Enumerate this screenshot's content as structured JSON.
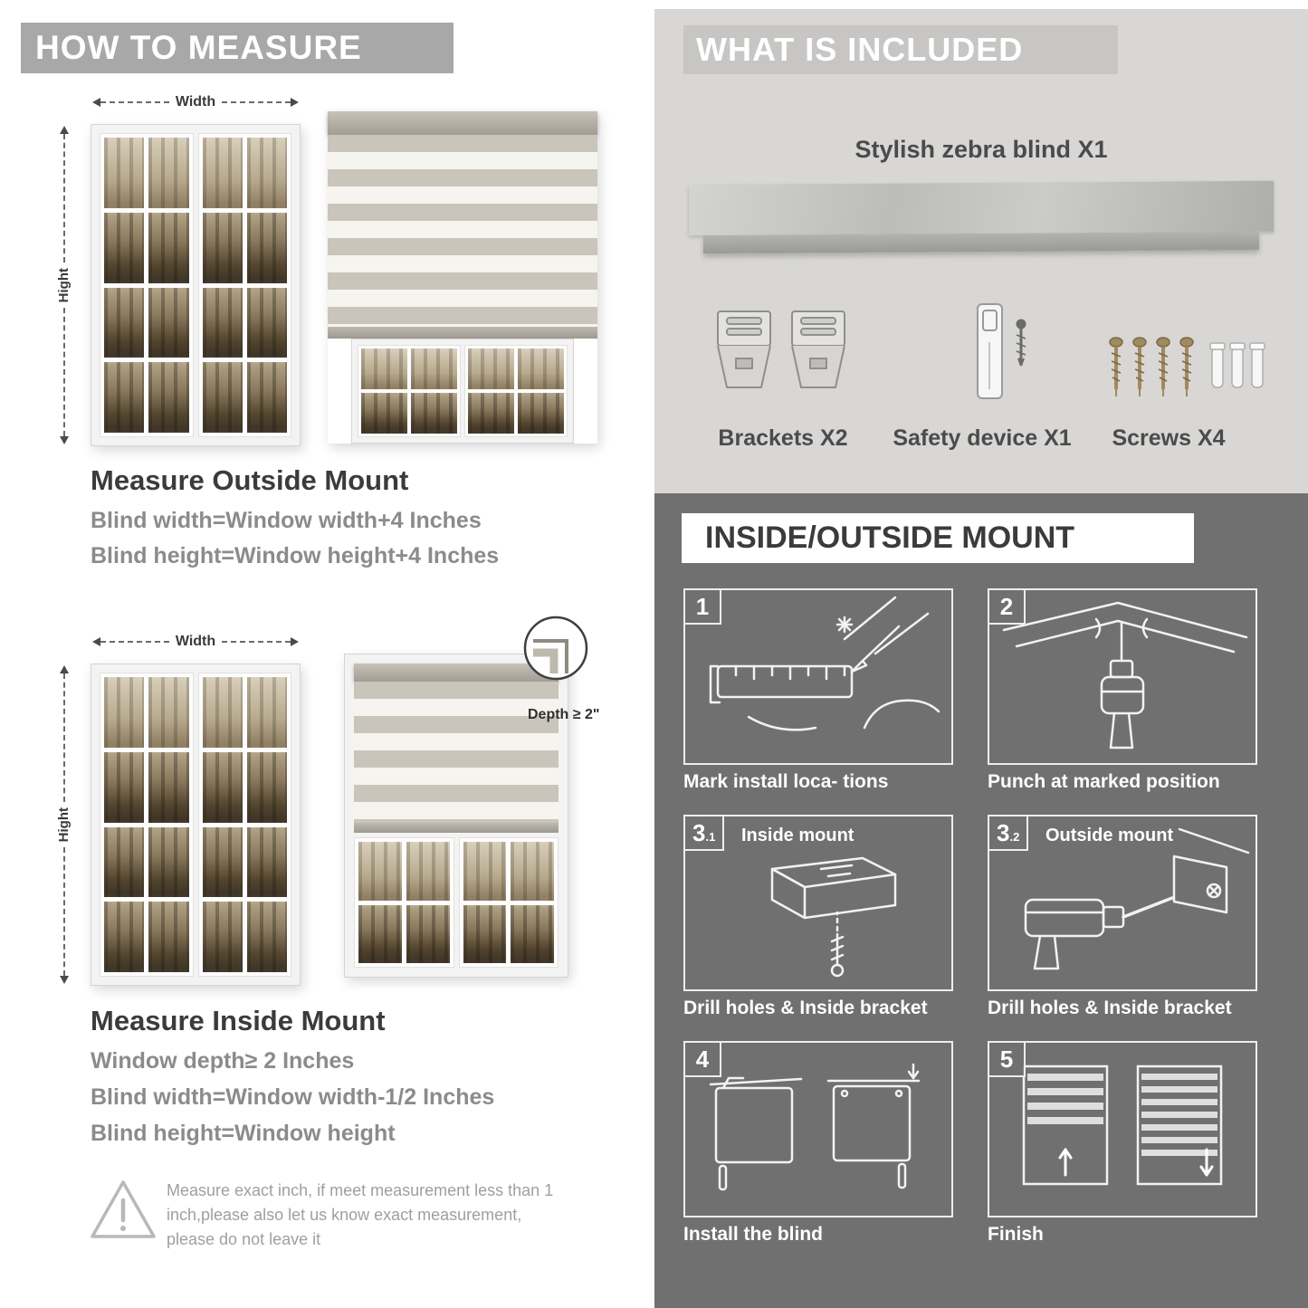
{
  "colors": {
    "banner_gray": "#a8a8a8",
    "included_bg": "#d8d7d5",
    "mount_bg": "#707070",
    "heading_dark": "#3b3b3b",
    "body_gray": "#8b8b8b"
  },
  "left": {
    "banner": "HOW TO MEASURE",
    "labels": {
      "width": "Width",
      "height": "Hight",
      "depth": "Depth ≥ 2\""
    },
    "outside": {
      "title": "Measure Outside Mount",
      "lines": [
        "Blind width=Window width+4 Inches",
        "Blind height=Window height+4 Inches"
      ]
    },
    "inside": {
      "title": "Measure Inside Mount",
      "lines": [
        "Window depth≥ 2 Inches",
        "Blind width=Window width-1/2 Inches",
        "Blind height=Window height"
      ]
    },
    "warning": "Measure exact inch, if meet measurement less than 1 inch,please also let us know exact measurement, please do not leave it"
  },
  "included": {
    "banner": "WHAT IS INCLUDED",
    "product": "Stylish zebra blind X1",
    "items": [
      {
        "label": "Brackets X2"
      },
      {
        "label": "Safety device X1"
      },
      {
        "label": "Screws X4"
      }
    ]
  },
  "mount": {
    "banner": "INSIDE/OUTSIDE MOUNT",
    "steps": [
      {
        "num": "1",
        "sub": "",
        "title": "",
        "caption": "Mark install loca- tions"
      },
      {
        "num": "2",
        "sub": "",
        "title": "",
        "caption": "Punch at  marked position"
      },
      {
        "num": "3",
        "sub": ".1",
        "title": "Inside mount",
        "caption": "Drill holes &  Inside bracket"
      },
      {
        "num": "3",
        "sub": ".2",
        "title": "Outside mount",
        "caption": "Drill holes &  Inside bracket"
      },
      {
        "num": "4",
        "sub": "",
        "title": "",
        "caption": "Install the blind"
      },
      {
        "num": "5",
        "sub": "",
        "title": "",
        "caption": "Finish"
      }
    ]
  }
}
